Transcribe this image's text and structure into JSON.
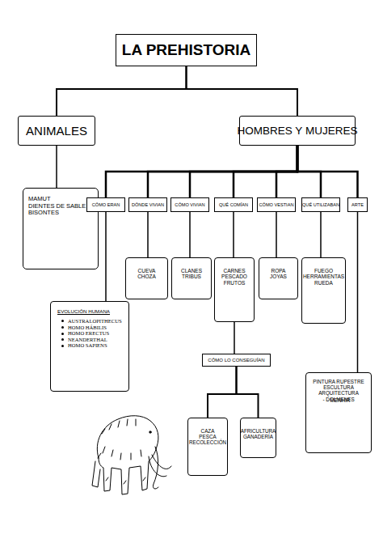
{
  "diagram": {
    "nodes": [
      {
        "text": [
          "LA PREHISTORIA"
        ]
      },
      {
        "text": [
          "ANIMALES"
        ]
      },
      {
        "text": [
          "HOMBRES Y MUJERES"
        ]
      },
      {
        "text": [
          "MAMUT",
          "DIENTES DE SABLE",
          "BISONTES"
        ]
      },
      {
        "text": [
          "CÓMO ERAN"
        ]
      },
      {
        "text": [
          "DÓNDE VIVIAN"
        ]
      },
      {
        "text": [
          "CÓMO VIVIAN"
        ]
      },
      {
        "text": [
          "QUÉ COMÍAN"
        ]
      },
      {
        "text": [
          "CÓMO VESTIAN"
        ]
      },
      {
        "text": [
          "QUÉ UTILIZABAN"
        ]
      },
      {
        "text": [
          "ARTE"
        ]
      },
      {
        "text": [
          "CUEVA",
          "CHOZA"
        ]
      },
      {
        "text": [
          "CLANES",
          "TRIBUS"
        ]
      },
      {
        "text": [
          "CARNES",
          "PESCADO",
          "FRUTOS"
        ]
      },
      {
        "text": [
          "ROPA",
          "JOYAS"
        ]
      },
      {
        "text": [
          "FUEGO",
          "HERRAMIENTAS",
          "RUEDA"
        ]
      },
      {
        "text": [
          "EVOLUCIÓN HUMANA",
          "AUSTRALOPITHECUS",
          "HOMO HÁBILIS",
          "HOMO ERECTUS",
          "NEANDERTHAL",
          "HOMO SAPIENS"
        ]
      },
      {
        "text": [
          "CÓMO LO CONSEGUÍAN"
        ]
      },
      {
        "text": [
          "PINTURA RUPESTRE",
          "ESCULTURA",
          "ARQUITECTURA",
          "- DOLMENES",
          "- MENHIR"
        ]
      },
      {
        "text": [
          "CAZA",
          "PESCA",
          "RECOLECCIÓN"
        ]
      },
      {
        "text": [
          "AFRICULTURA",
          "GANADERÍA"
        ]
      }
    ],
    "edges": [
      {
        "from": 0,
        "to": 1,
        "arrow": "none"
      },
      {
        "from": 0,
        "to": 2,
        "arrow": "none"
      },
      {
        "from": 1,
        "to": 3,
        "arrow": "none"
      },
      {
        "from": 2,
        "to": 4,
        "arrow": "none"
      },
      {
        "from": 2,
        "to": 5,
        "arrow": "none"
      },
      {
        "from": 2,
        "to": 6,
        "arrow": "none"
      },
      {
        "from": 2,
        "to": 7,
        "arrow": "none"
      },
      {
        "from": 2,
        "to": 8,
        "arrow": "none"
      },
      {
        "from": 2,
        "to": 9,
        "arrow": "none"
      },
      {
        "from": 2,
        "to": 10,
        "arrow": "none"
      },
      {
        "from": 4,
        "to": 16,
        "arrow": "none"
      },
      {
        "from": 5,
        "to": 11,
        "arrow": "none"
      },
      {
        "from": 6,
        "to": 12,
        "arrow": "none"
      },
      {
        "from": 7,
        "to": 13,
        "arrow": "none"
      },
      {
        "from": 8,
        "to": 14,
        "arrow": "none"
      },
      {
        "from": 9,
        "to": 15,
        "arrow": "none"
      },
      {
        "from": 10,
        "to": 18,
        "arrow": "none"
      },
      {
        "from": 13,
        "to": 17,
        "arrow": "none"
      },
      {
        "from": 17,
        "to": 19,
        "arrow": "none"
      },
      {
        "from": 17,
        "to": 20,
        "arrow": "none"
      }
    ]
  }
}
